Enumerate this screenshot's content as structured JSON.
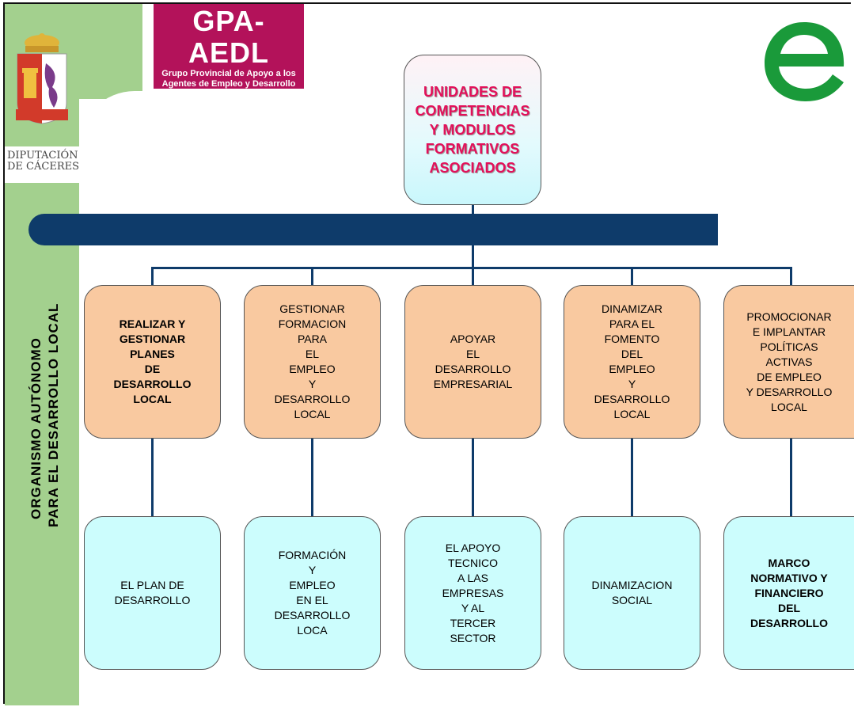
{
  "logos": {
    "gpa_title": "GPA-AEDL",
    "gpa_subtitle_line1": "Grupo Provincial de Apoyo a los",
    "gpa_subtitle_line2": "Agentes de Empleo y Desarrollo Local",
    "diputacion_line1": "DIPUTACIÓN",
    "diputacion_line2": "DE CÁCERES"
  },
  "sidebar": {
    "line1": "ORGANISMO AUTÓNOMO",
    "line2": "PARA EL DESARROLLO LOCAL"
  },
  "title_box": "UNIDADES DE\nCOMPETENCIAS\nY MODULOS\nFORMATIVOS\nASOCIADOS",
  "competencias": [
    "REALIZAR Y\nGESTIONAR\nPLANES\nDE\nDESARROLLO\nLOCAL",
    "GESTIONAR\nFORMACION\nPARA\nEL\nEMPLEO\nY\nDESARROLLO\nLOCAL",
    "APOYAR\nEL\nDESARROLLO\nEMPRESARIAL",
    "DINAMIZAR\nPARA EL\nFOMENTO\nDEL\nEMPLEO\nY\nDESARROLLO\nLOCAL",
    "PROMOCIONAR\nE IMPLANTAR\nPOLÍTICAS\nACTIVAS\nDE EMPLEO\nY DESARROLLO\nLOCAL"
  ],
  "modulos": [
    "EL PLAN  DE\nDESARROLLO",
    "FORMACIÓN\nY\nEMPLEO\nEN EL\nDESARROLLO\nLOCA",
    "EL APOYO\nTECNICO\nA LAS\nEMPRESAS\nY AL\nTERCER\nSECTOR",
    "DINAMIZACION\nSOCIAL",
    "MARCO\nNORMATIVO Y\nFINANCIERO\nDEL\nDESARROLLO"
  ],
  "colors": {
    "competencia_fill": "#f9c9a0",
    "modulo_fill": "#ccfdfd",
    "connector": "#0e3b6a",
    "title_text": "#e3105a",
    "sidebar_green": "#a3d08e",
    "logo_magenta": "#b3125a",
    "e_logo_green": "#1a9a3a"
  },
  "icons": {
    "shield": "caceres-coat-of-arms-icon",
    "e_logo": "e-letter-logo-icon"
  }
}
